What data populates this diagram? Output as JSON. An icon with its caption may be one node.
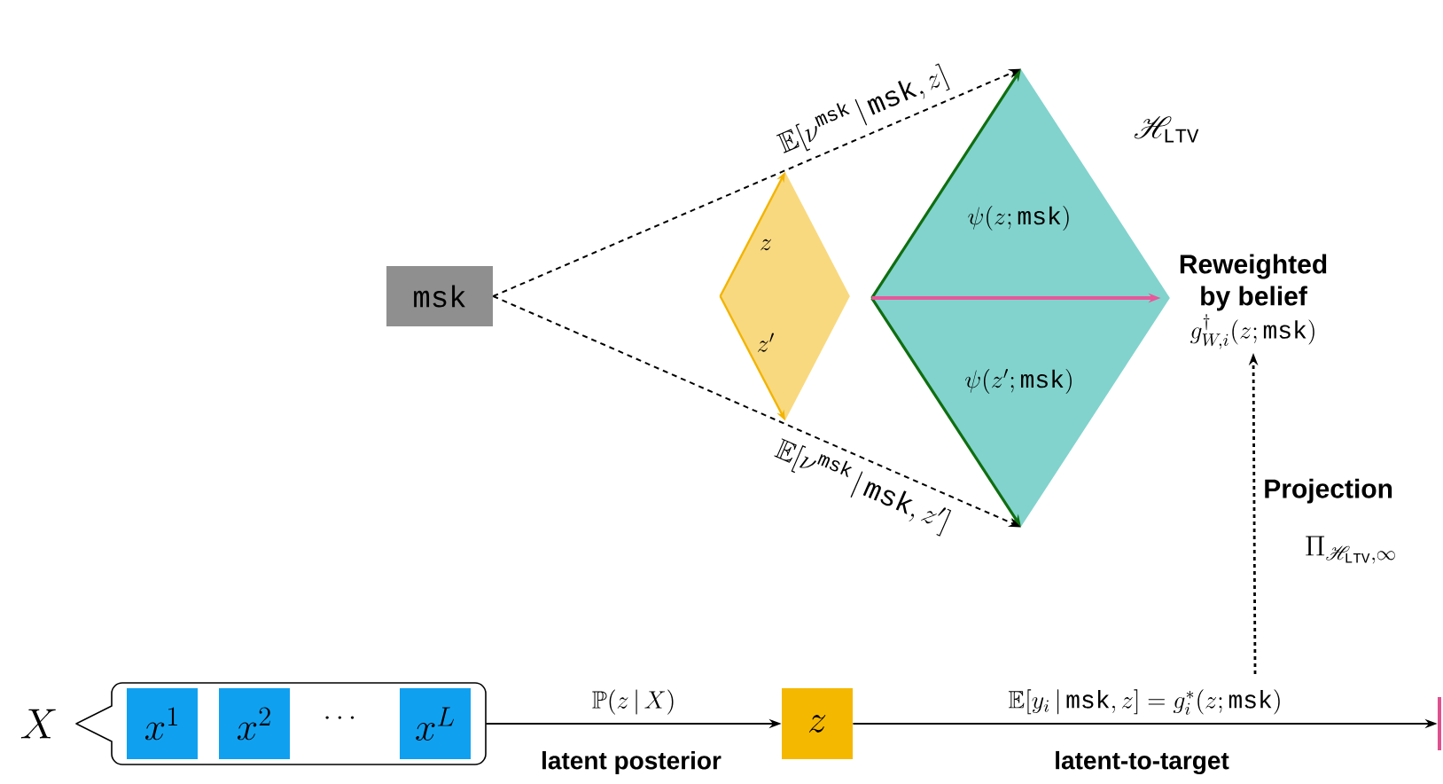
{
  "diagram": {
    "nodes": [
      {
        "text": [
          "msk"
        ]
      },
      {
        "text": [
          "z",
          "z'"
        ]
      },
      {
        "text": [
          "\\psi(z;\\texttt{msk})",
          "\\psi(z';\\texttt{msk})"
        ],
        "beside": [
          "\\mathscr{H}_{\\texttt{LTV}}"
        ]
      },
      {
        "text": [
          "Reweighted by belief",
          "g^{\\dagger}_{W,i}(z;\\texttt{msk})"
        ]
      },
      {
        "text": [],
        "shape": "box",
        "beside": [
          "X"
        ]
      },
      {
        "text": [
          "x^{1}"
        ],
        "in": 4
      },
      {
        "text": [
          "x^{2}"
        ],
        "in": 4
      },
      {
        "text": [
          "x^{L}"
        ],
        "in": 4
      },
      {
        "text": [
          "z"
        ]
      },
      {
        "text": [],
        "shape": "bar"
      }
    ],
    "edges": [
      {
        "from": 0,
        "to": 2,
        "arrow": "to",
        "style": "dashed",
        "label": "\\mathbb{E}[\\nu^{\\texttt{msk}}\\,|\\,\\texttt{msk},z]"
      },
      {
        "from": 0,
        "to": 2,
        "arrow": "to",
        "style": "dashed",
        "label": "\\mathbb{E}[\\nu^{\\texttt{msk}}\\,|\\,\\texttt{msk},z']"
      },
      {
        "from": 2,
        "to": 3,
        "arrow": "to",
        "color": "#e8589a"
      },
      {
        "from": 4,
        "to": 8,
        "arrow": "to",
        "label": "\\mathbb{P}(z\\,|\\,X)"
      },
      {
        "from": 8,
        "to": 9,
        "arrow": "to",
        "label": "\\mathbb{E}[y_i\\,|\\,\\texttt{msk},z]=g_i^{*}(z;\\texttt{msk})"
      },
      {
        "from": null,
        "to": 3,
        "arrow": "to",
        "style": "dashed",
        "label": "Projection"
      }
    ],
    "labels": [
      "\\cdots",
      "latent posterior",
      "latent-to-target",
      "\\Pi_{\\mathscr{H}_{\\texttt{LTV}},\\infty}"
    ]
  }
}
